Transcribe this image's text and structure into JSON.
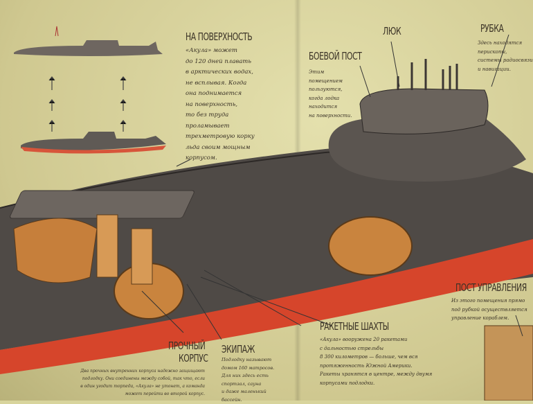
{
  "surface": {
    "title": "НА ПОВЕРХНОСТЬ",
    "text": "«Акула» может\nдо 120 дней плавать\nв арктических водах,\nне всплывая. Когда\nона поднимается\nна поверхность,\nто без труда\nпроламывает\nтрехметровую корку\nльда своим мощным\nкорпусом."
  },
  "hatch": {
    "title": "ЛЮК"
  },
  "conning_tower": {
    "title": "РУБКА",
    "text": "Здесь находятся\nперископы,\nсистемы радиосвязи\nи навигации."
  },
  "combat_post": {
    "title": "БОЕВОЙ ПОСТ",
    "text": "Этим\nпомещением\nпользуются,\nкогда лодка\nнаходится\nна поверхности."
  },
  "control_post": {
    "title": "ПОСТ УПРАВЛЕНИЯ",
    "text": "Из этого помещения прямо\nпод рубкой осуществляется\nуправление кораблем."
  },
  "missile_silos": {
    "title": "РАКЕТНЫЕ ШАХТЫ",
    "text": "«Акула» вооружена 20 ракетами\nс дальностью стрельбы\n8 300 километров — больше, чем вся\nпротяженность Южной Америки.\nРакеты хранятся в центре, между двумя\nкорпусами подлодки."
  },
  "pressure_hull": {
    "title1": "ПРОЧНЫЙ",
    "title2": "КОРПУС",
    "text": "Два прочных внутренних корпуса надежно защищают\nподлодку. Они соединены между собой, так что, если\nв один угодит торпеда, «Акула» не утонет, а команда\nможет перейти во второй корпус."
  },
  "crew": {
    "title": "ЭКИПАЖ",
    "text": "Подлодку называют\nдомом 160 матросов.\nДля них здесь есть\nспортзал, сауна\nи даже маленький\nбассейн."
  }
}
